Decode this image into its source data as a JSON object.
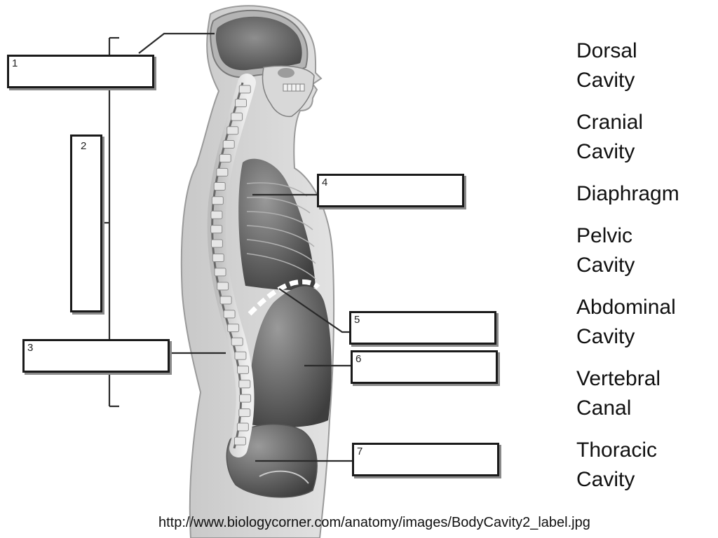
{
  "figure": {
    "image_desc": "Greyscale side view of a human body showing the body cavities and the spinal column",
    "label_boxes": [
      {
        "number": "1",
        "answer": ""
      },
      {
        "number": "2",
        "answer": ""
      },
      {
        "number": "3",
        "answer": ""
      },
      {
        "number": "4",
        "answer": ""
      },
      {
        "number": "5",
        "answer": ""
      },
      {
        "number": "6",
        "answer": ""
      },
      {
        "number": "7",
        "answer": ""
      }
    ]
  },
  "word_bank": {
    "terms": [
      {
        "line1": "Dorsal",
        "line2": "Cavity"
      },
      {
        "line1": "Cranial",
        "line2": "Cavity"
      },
      {
        "line1": "Diaphragm",
        "line2": ""
      },
      {
        "line1": "Pelvic",
        "line2": "Cavity"
      },
      {
        "line1": "Abdominal",
        "line2": "Cavity"
      },
      {
        "line1": "Vertebral",
        "line2": "Canal"
      },
      {
        "line1": "Thoracic",
        "line2": "Cavity"
      }
    ]
  },
  "source_url": "http://www.biologycorner.com/anatomy/images/BodyCavity2_label.jpg"
}
